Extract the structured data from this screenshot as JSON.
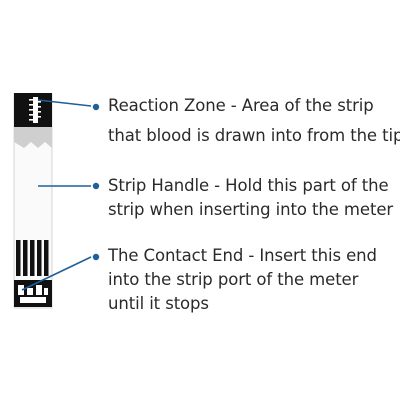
{
  "labels": {
    "reaction_zone": {
      "line1": "Reaction Zone - Area of the strip",
      "line2": "that blood is drawn into from the tip"
    },
    "strip_handle": {
      "line1": "Strip Handle - Hold this part of the",
      "line2": "strip when inserting into the meter"
    },
    "contact_end": {
      "line1": "The Contact End - Insert this end",
      "line2": "into the strip port of the meter",
      "line3": "until it stops"
    }
  },
  "colors": {
    "pointer": "#1f5f9a",
    "text": "#2a2a2a",
    "strip_ink": "#111111"
  }
}
